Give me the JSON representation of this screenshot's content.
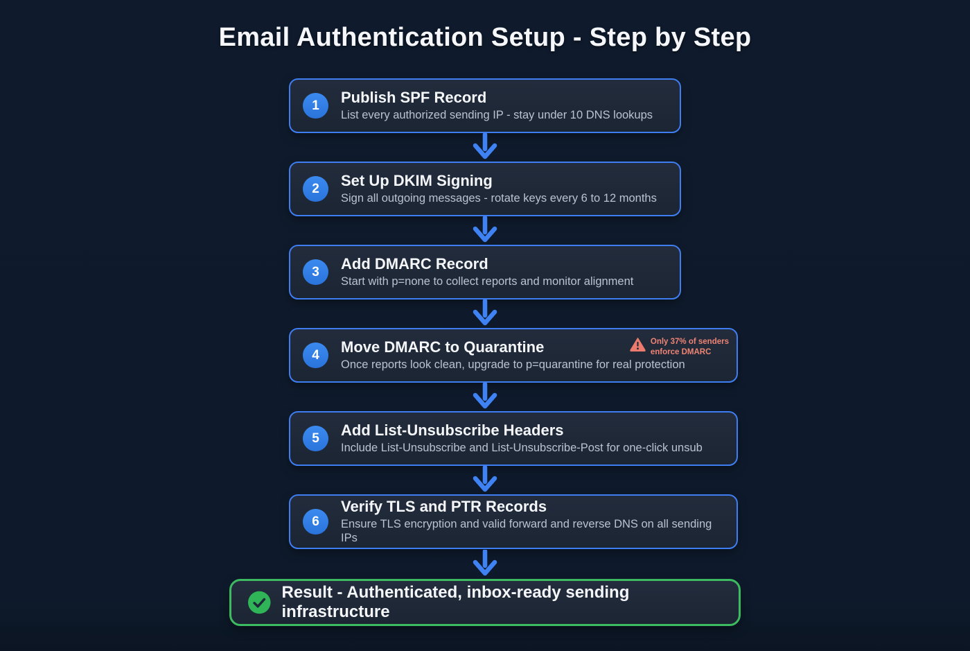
{
  "page": {
    "title": "Email Authentication Setup - Step by Step"
  },
  "colors": {
    "page_background": "#0e1a2b",
    "box_background": "#1e2735",
    "border_blue": "#3f7ef2",
    "accent_blue": "#3f82f4",
    "number_badge_blue": "#2f7ce2",
    "success_green": "#3cbb61",
    "check_circle_green": "#2fb457",
    "warning_red": "#ee7f70",
    "title_text": "#f5f7fa",
    "subtitle_text": "#bac4d0"
  },
  "steps": [
    {
      "number": "1",
      "title": "Publish SPF Record",
      "subtitle": "List every authorized sending IP - stay under 10 DNS lookups"
    },
    {
      "number": "2",
      "title": "Set Up DKIM Signing",
      "subtitle": "Sign all outgoing messages - rotate keys every 6 to 12 months"
    },
    {
      "number": "3",
      "title": "Add DMARC Record",
      "subtitle": "Start with p=none to collect reports and monitor alignment"
    },
    {
      "number": "4",
      "title": "Move DMARC to Quarantine",
      "subtitle": "Once reports look clean, upgrade to p=quarantine for real protection",
      "warning": {
        "line1": "Only 37% of senders",
        "line2": "enforce DMARC"
      }
    },
    {
      "number": "5",
      "title": "Add List-Unsubscribe Headers",
      "subtitle": "Include List-Unsubscribe and List-Unsubscribe-Post for one-click unsub"
    },
    {
      "number": "6",
      "title": "Verify TLS and PTR Records",
      "subtitle": "Ensure TLS encryption and valid forward and reverse DNS on all sending IPs"
    }
  ],
  "result": {
    "label": "Result - Authenticated, inbox-ready sending infrastructure"
  }
}
